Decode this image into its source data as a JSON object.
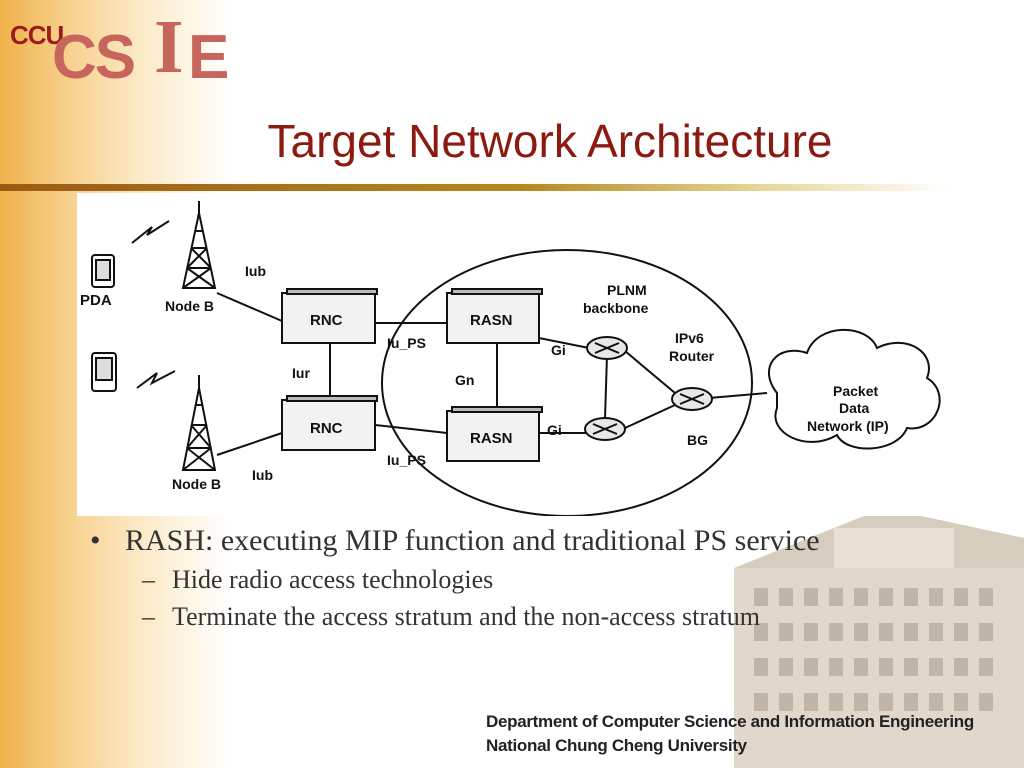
{
  "logo": {
    "ccu": "CCU",
    "cs": "CS",
    "i": "I",
    "e": "E"
  },
  "slide": {
    "title": "Target Network Architecture"
  },
  "diagram": {
    "labels": {
      "pda": "PDA",
      "node_b_top": "Node B",
      "node_b_bottom": "Node B",
      "iub_top": "Iub",
      "iub_bottom": "Iub",
      "rnc_top": "RNC",
      "rnc_bottom": "RNC",
      "iur": "Iur",
      "iu_ps_top": "Iu_PS",
      "iu_ps_bottom": "Iu_PS",
      "rasn_top": "RASN",
      "rasn_bottom": "RASN",
      "gn": "Gn",
      "gi_top": "Gi",
      "gi_bottom": "Gi",
      "plnm": "PLNM",
      "backbone": "backbone",
      "ipv6": "IPv6",
      "router": "Router",
      "bg": "BG",
      "packet": "Packet",
      "data": "Data",
      "network_ip": "Network (IP)"
    }
  },
  "bullets": {
    "main": "RASH: executing MIP function and traditional  PS service",
    "sub1": "Hide radio access technologies",
    "sub2": "Terminate the access stratum and the  non-access stratum"
  },
  "footer": {
    "line1": "Department of Computer Science and Information Engineering",
    "line2": "National Chung Cheng University"
  }
}
